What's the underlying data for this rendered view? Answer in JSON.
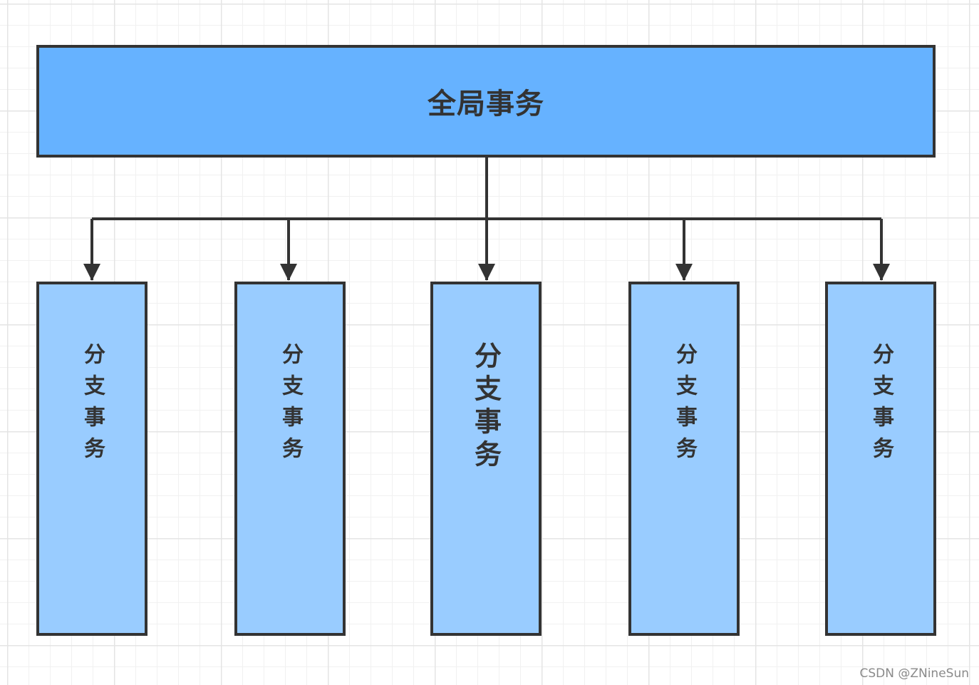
{
  "diagram": {
    "root": {
      "label": "全局事务"
    },
    "children": [
      {
        "label": "分支事务"
      },
      {
        "label": "分支事务"
      },
      {
        "label": "分支事务"
      },
      {
        "label": "分支事务"
      },
      {
        "label": "分支事务"
      }
    ]
  },
  "colors": {
    "root_fill": "#66b2ff",
    "child_fill": "#99ccff",
    "stroke": "#333333"
  },
  "watermark": "CSDN @ZNineSun"
}
